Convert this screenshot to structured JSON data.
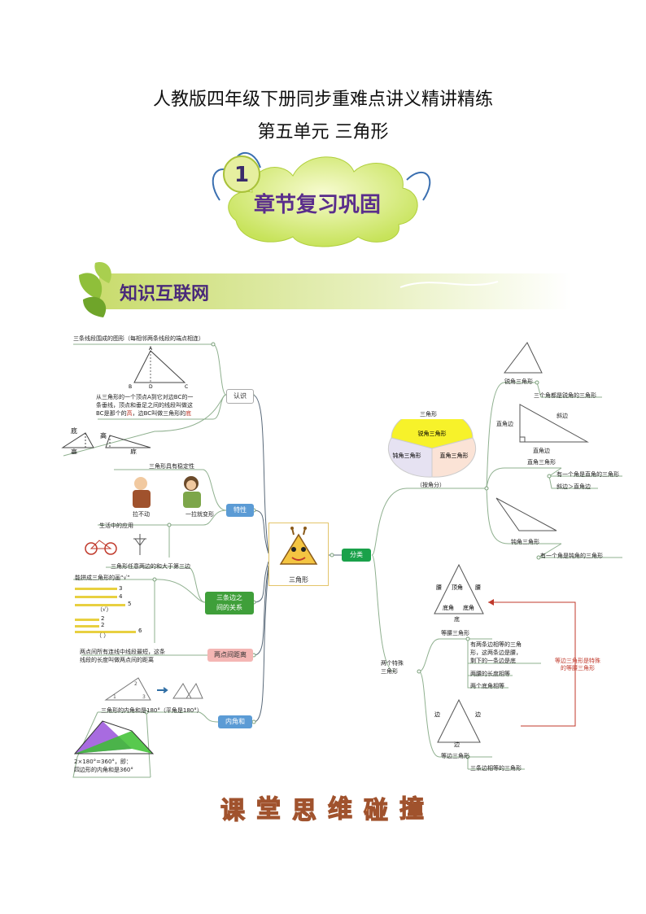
{
  "header": {
    "title": "人教版四年级下册同步重难点讲义精讲精练",
    "subtitle": "第五单元  三角形"
  },
  "badge": {
    "number": "1",
    "label": "章节复习巩固"
  },
  "banner": {
    "label": "知识互联网"
  },
  "center": {
    "label": "三角形"
  },
  "left": {
    "renshi": {
      "node": "认识",
      "def": "三条线段围成的图形（每相邻两条线段的端点相连）",
      "tri_labels": [
        "A",
        "B",
        "D",
        "C"
      ],
      "height_text": [
        "从三角形的一个顶点A到它对边BC的一",
        "条垂线，顶点和垂足之间的线段叫做这",
        "BC是那个的",
        "高",
        "，边BC叫做三角形的",
        "底"
      ],
      "di": "底",
      "gao1": "高",
      "gao2": "高",
      "di2": "底"
    },
    "texing": {
      "node": "特性",
      "title": "三角形具有稳定性",
      "lbl1": "拉不动",
      "lbl2": "一拉就变形",
      "app": "生活中的应用"
    },
    "sides": {
      "node_line1": "三条边之",
      "node_line2": "间的关系",
      "rule": "三角形任意两边的和大于第三边",
      "q": "能拼成三角形的画“√”",
      "nums1": [
        "3",
        "4",
        "5"
      ],
      "ans1": "（√）",
      "nums2": [
        "2",
        "2",
        "6"
      ],
      "ans2": "（    ）"
    },
    "distance": {
      "node": "两点间距离",
      "text1": "两点间所有连线中线段最短，这条",
      "text2": "线段的长度叫做两点间的距离"
    },
    "angles": {
      "node": "内角和",
      "rule": "三角形的内角和是180°（平角是180°）",
      "n1": "1",
      "n2": "2",
      "n3": "3",
      "quad1": "2×180°=360°，即：",
      "quad2": "四边形的内角和是360°"
    }
  },
  "right": {
    "fenlei": "分类",
    "pie": {
      "title": "三角形",
      "s1": "锐角三角形",
      "s2": "钝角三角形",
      "s3": "直角三角形",
      "by": "（按角分）"
    },
    "acute": {
      "label": "锐角三角形",
      "desc": "三个角都是锐角的三角形"
    },
    "right_tri": {
      "side1": "直角边",
      "side2": "直角边",
      "hyp": "斜边",
      "label": "直角三角形",
      "desc1": "有一个角是直角的三角形",
      "desc2": "斜边＞直角边"
    },
    "obtuse": {
      "label": "钝角三角形",
      "desc": "有一个角是钝角的三角形"
    },
    "special": {
      "node_line1": "两个特殊",
      "node_line2": "三角形",
      "iso_parts": [
        "腰",
        "顶角",
        "腰",
        "底角",
        "底角",
        "底"
      ],
      "iso_label": "等腰三角形",
      "iso_desc1": "有两条边相等的三角",
      "iso_desc2": "形，这两条边是腰，",
      "iso_desc3": "剩下的一条边是底",
      "iso_desc4": "两腰的长度相等",
      "iso_desc5": "两个底角相等",
      "equi_parts": [
        "边",
        "边",
        "边"
      ],
      "equi_label": "等边三角形",
      "equi_desc": "三条边相等的三角形",
      "note1": "等边三角形是特殊",
      "note2": "的等腰三角形"
    }
  },
  "footer": {
    "chars": [
      "课",
      "堂",
      "思",
      "维",
      "碰",
      "撞"
    ]
  },
  "colors": {
    "blue_node": "#5b9bd5",
    "green_node": "#3f9f3a",
    "pink_node": "#f4b6b4",
    "footer_fill": "#f2a25c",
    "pie_yellow": "#f7f22a",
    "note_red": "#c0392b"
  }
}
